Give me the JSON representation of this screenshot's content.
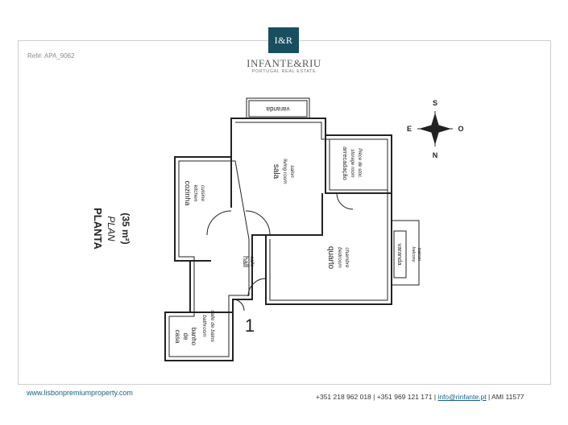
{
  "header": {
    "ref": "Ref#: APA_9062",
    "logo_mark": "I&R",
    "brand_name": "INFANTE&RIU",
    "brand_tagline": "PORTUGAL REAL ESTATE"
  },
  "plan": {
    "title_pt": "PLANTA",
    "title_en": "PLAN",
    "area": "(35 m²)",
    "floor_number": "1",
    "rooms": {
      "sala": {
        "pt": "sala",
        "en": "living room",
        "fr": "salon"
      },
      "cozinha": {
        "pt": "cozinha",
        "en": "kitchen",
        "fr": "cuisine"
      },
      "arrumacao": {
        "pt": "arrecadação",
        "en": "storage room",
        "fr": "Pièce de stoc."
      },
      "quarto": {
        "pt": "quarto",
        "en": "bedroom",
        "fr": "chambre"
      },
      "hall": {
        "pt": "hall",
        "fr": "salle"
      },
      "casa_banho": {
        "pt1": "casa",
        "pt2": "de",
        "pt3": "banho",
        "en": "bathroom",
        "fr": "salle de bains"
      },
      "varanda_top": {
        "pt": "varanda"
      },
      "varanda_right": {
        "pt": "varanda",
        "en": "balcony",
        "fr": "balcon"
      }
    },
    "compass": {
      "north": "N",
      "south": "S",
      "east": "E",
      "west": "O"
    }
  },
  "footer": {
    "website": "www.lisbonpremiumproperty.com",
    "phones": "+351 218 962 018 | +351 969 121 171 |",
    "email": "info@rinfante.pt",
    "ami": "| AMI 11577"
  }
}
